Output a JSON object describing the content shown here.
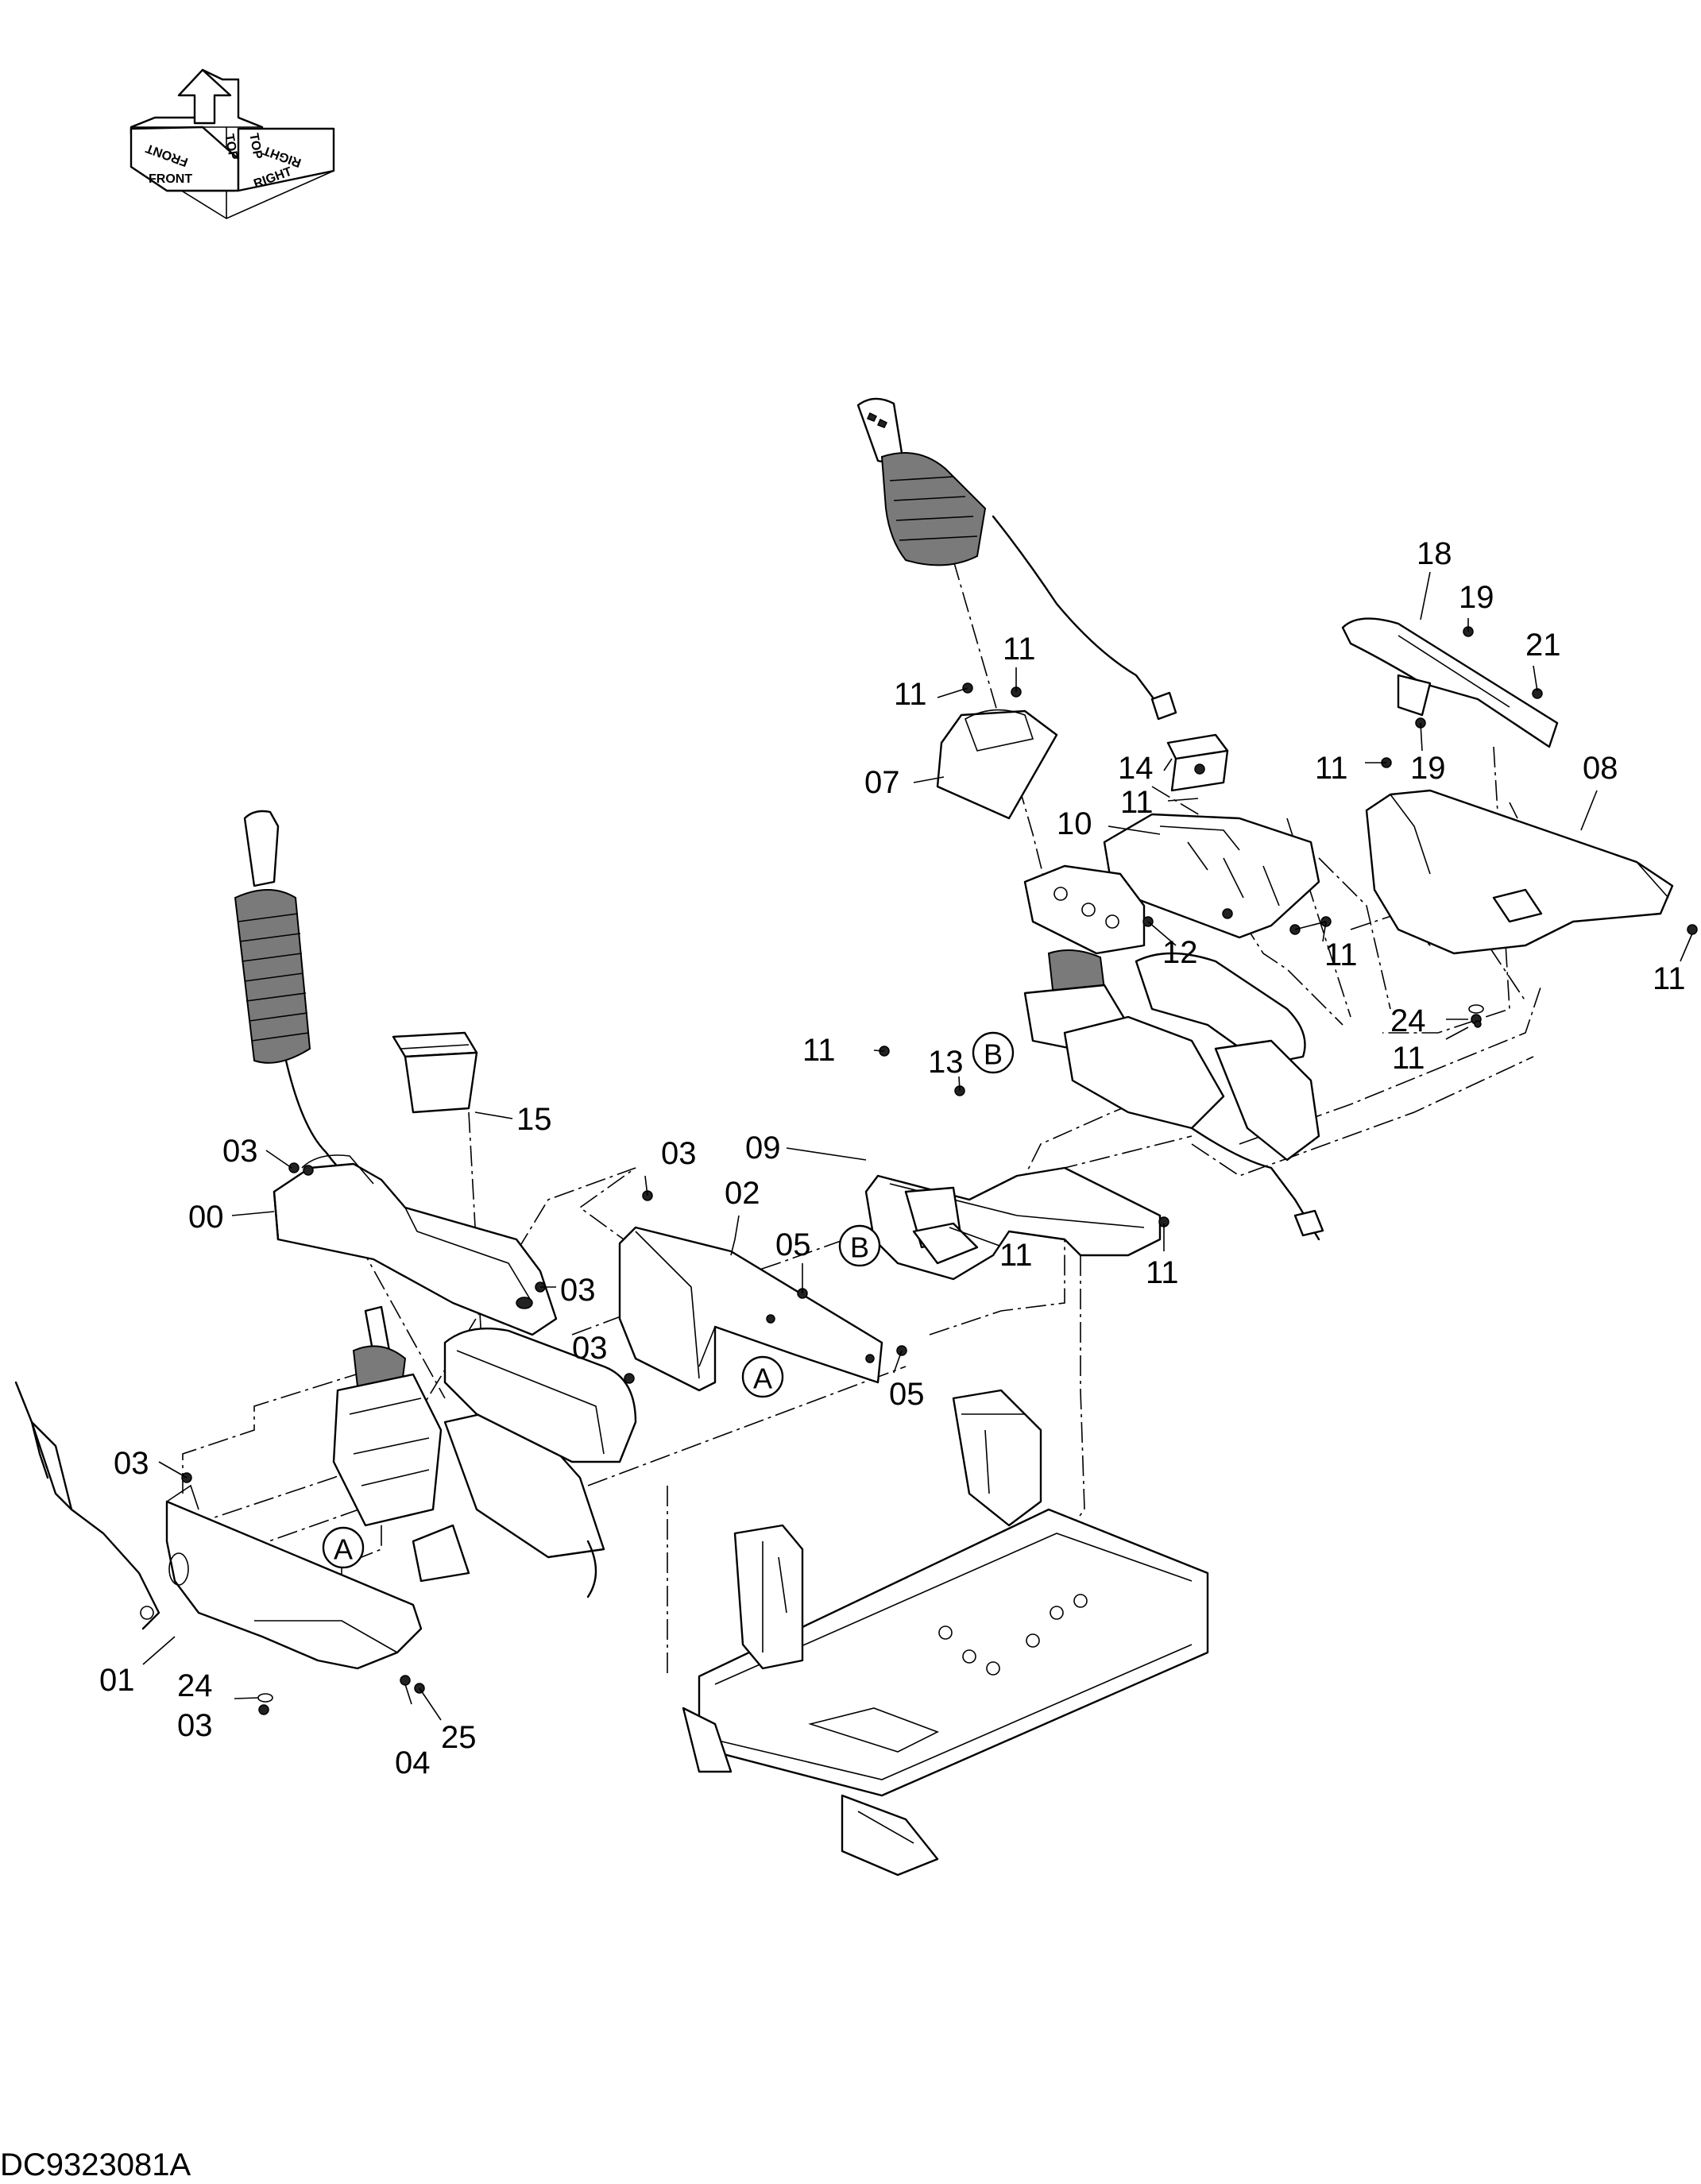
{
  "orientation": {
    "front": "FRONT",
    "front_mirror": "FRONT",
    "top": "TOP",
    "top_mirror": "TOP",
    "right": "RIGHT",
    "right_mirror": "RIGHT"
  },
  "drawing_code": "DC9323081A",
  "refs": {
    "a": "A",
    "b": "B"
  },
  "labels": {
    "p00": "00",
    "p01": "01",
    "p02": "02",
    "p03": "03",
    "p04": "04",
    "p05": "05",
    "p07": "07",
    "p08": "08",
    "p09": "09",
    "p10": "10",
    "p11": "11",
    "p12": "12",
    "p13": "13",
    "p14": "14",
    "p15": "15",
    "p18": "18",
    "p19": "19",
    "p21": "21",
    "p24": "24",
    "p25": "25"
  }
}
